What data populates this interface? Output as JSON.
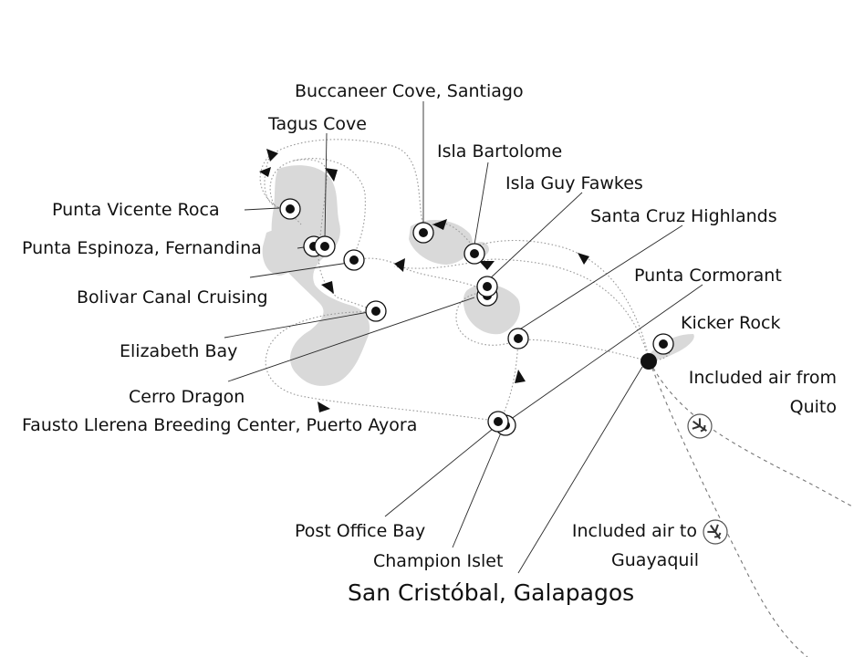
{
  "title": "San Cristóbal, Galapagos",
  "ports": [
    {
      "id": "buccaneer",
      "name": "Buccaneer Cove, Santiago"
    },
    {
      "id": "tagus",
      "name": "Tagus Cove"
    },
    {
      "id": "bartolome",
      "name": "Isla Bartolome"
    },
    {
      "id": "guyfawkes",
      "name": "Isla Guy Fawkes"
    },
    {
      "id": "vicente",
      "name": "Punta Vicente Roca"
    },
    {
      "id": "highlands",
      "name": "Santa Cruz Highlands"
    },
    {
      "id": "espinoza",
      "name": "Punta Espinoza, Fernandina"
    },
    {
      "id": "cormorant",
      "name": "Punta Cormorant"
    },
    {
      "id": "bolivar",
      "name": "Bolivar Canal Cruising"
    },
    {
      "id": "kicker",
      "name": "Kicker Rock"
    },
    {
      "id": "elizabeth",
      "name": "Elizabeth Bay"
    },
    {
      "id": "dragon",
      "name": "Cerro Dragon"
    },
    {
      "id": "fausto",
      "name": "Fausto Llerena Breeding Center, Puerto Ayora"
    },
    {
      "id": "postoffice",
      "name": "Post Office Bay"
    },
    {
      "id": "champion",
      "name": "Champion Islet"
    }
  ],
  "air": {
    "from_line1": "Included air from",
    "from_line2": "Quito",
    "to_line1": "Included air to",
    "to_line2": "Guayaquil"
  },
  "icons": [
    "port-marker-icon",
    "home-port-dot-icon",
    "airplane-icon",
    "route-arrow-icon"
  ]
}
